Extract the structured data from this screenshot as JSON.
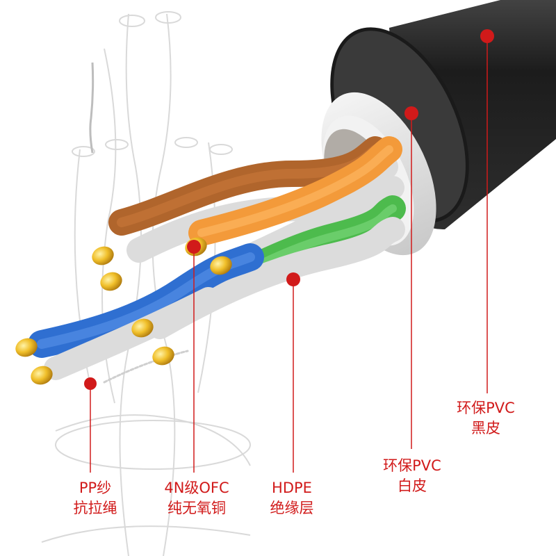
{
  "image": {
    "subject": "cable-cross-section",
    "accent_color": "#d11a1a"
  },
  "callouts": [
    {
      "id": "pp",
      "line1": "PP纱",
      "line2": "抗拉绳"
    },
    {
      "id": "ofc",
      "line1": "4N级OFC",
      "line2": "纯无氧铜"
    },
    {
      "id": "hdpe",
      "line1": "HDPE",
      "line2": "绝缘层"
    },
    {
      "id": "white",
      "line1": "环保PVC",
      "line2": "白皮"
    },
    {
      "id": "black",
      "line1": "环保PVC",
      "line2": "黑皮"
    }
  ],
  "colors": {
    "outer_jacket": "#2a2a2a",
    "inner_jacket": "#e8e8e8",
    "wire_brown": "#b0652c",
    "wire_orange": "#f39a3a",
    "wire_green": "#4dbb4d",
    "wire_blue": "#2f6fd1",
    "wire_white": "#dcdcdc",
    "copper_tip": "#e8b21c"
  }
}
